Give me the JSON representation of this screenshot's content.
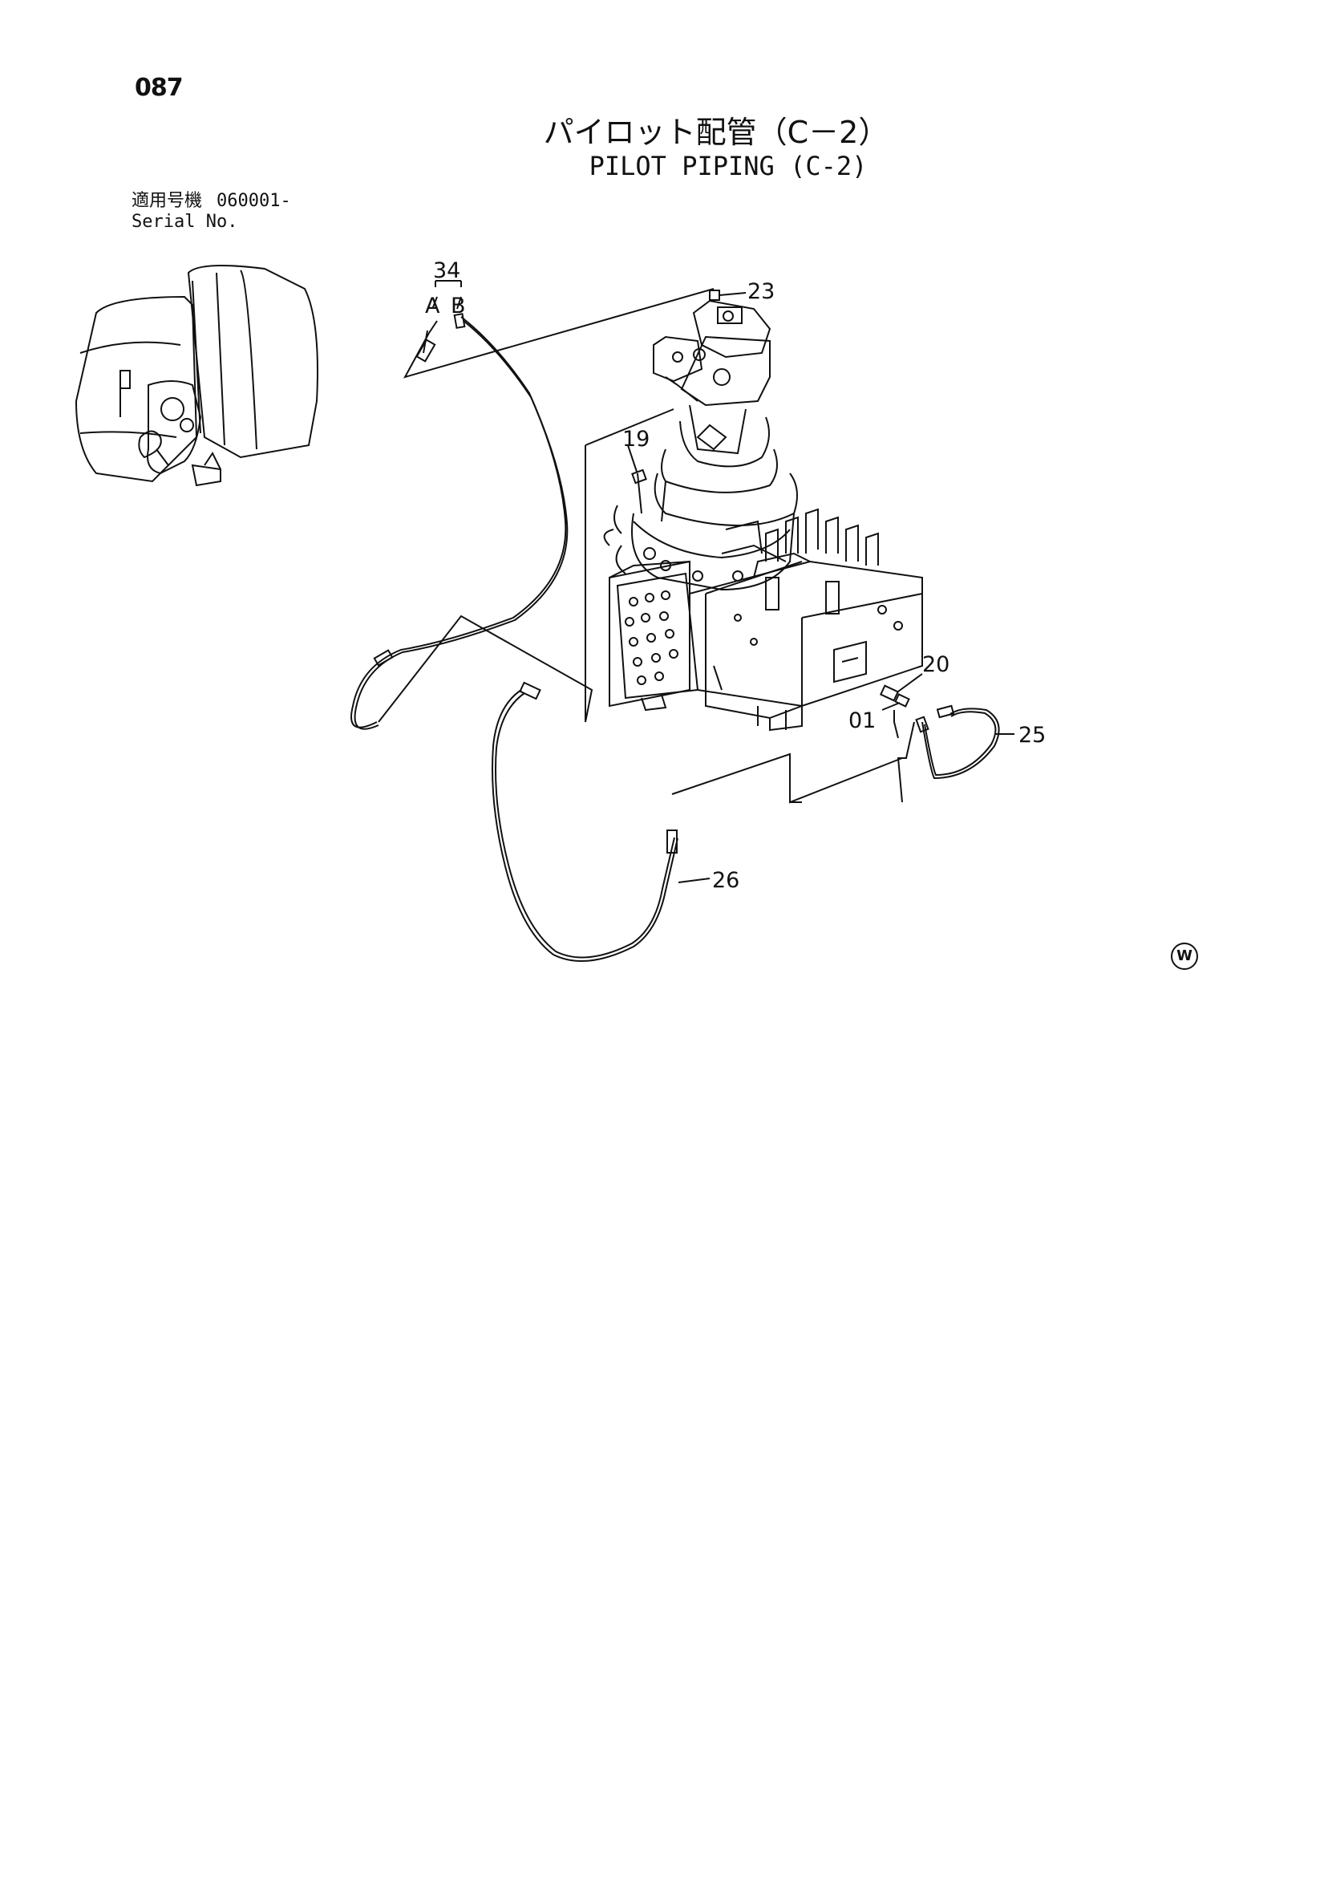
{
  "page_number": "087",
  "title_jp": "パイロット配管（C－2）",
  "title_en": "PILOT PIPING (C-2)",
  "serial": {
    "label_jp": "適用号機",
    "value": "060001-",
    "label_en": "Serial No."
  },
  "callouts": {
    "c34": "34",
    "c34a": "A",
    "c34b": "B",
    "c23": "23",
    "c19": "19",
    "c20": "20",
    "c01": "01",
    "c25": "25",
    "c26": "26"
  },
  "mark": "W"
}
